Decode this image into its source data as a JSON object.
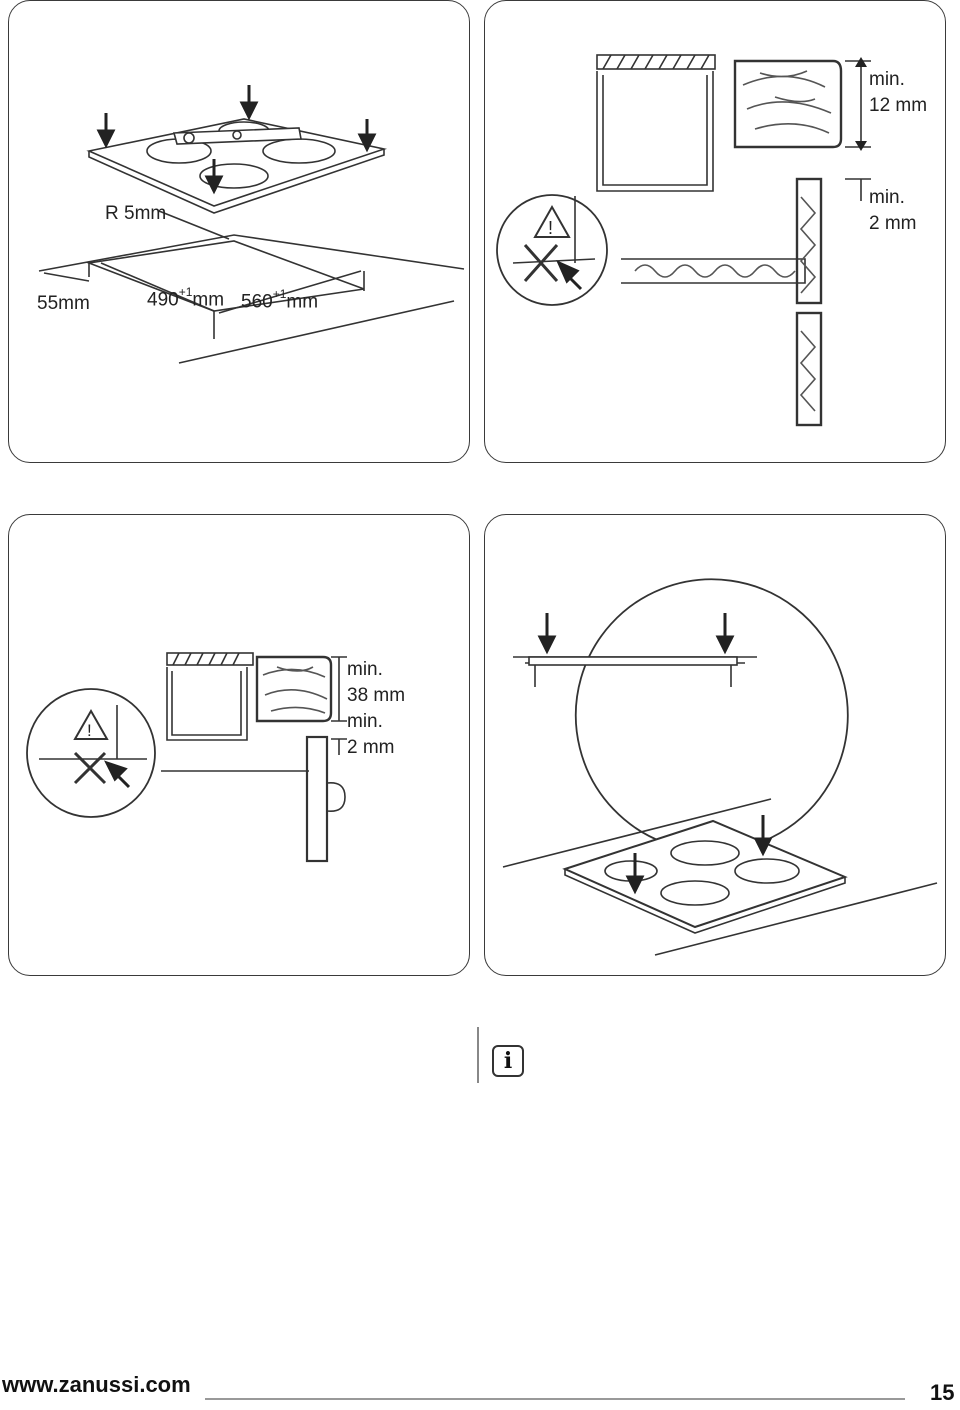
{
  "figure1": {
    "radius_label": "R 5mm",
    "edge_label": "55mm",
    "depth_value": "490",
    "depth_tolerance": "+1",
    "depth_unit": "mm",
    "width_value": "560",
    "width_tolerance": "+1",
    "width_unit": "mm"
  },
  "figure2": {
    "min_label_a": "min.",
    "min_value_a": "12 mm",
    "min_label_b": "min.",
    "min_value_b": "2 mm"
  },
  "figure3": {
    "min_label_a": "min.",
    "min_value_a": "38 mm",
    "min_label_b": "min.",
    "min_value_b": "2 mm"
  },
  "info": {
    "icon": "info-icon",
    "glyph": "i"
  },
  "footer": {
    "url": "www.zanussi.com",
    "page_number": "15"
  },
  "colors": {
    "line": "#333333",
    "wood": "#555555"
  }
}
